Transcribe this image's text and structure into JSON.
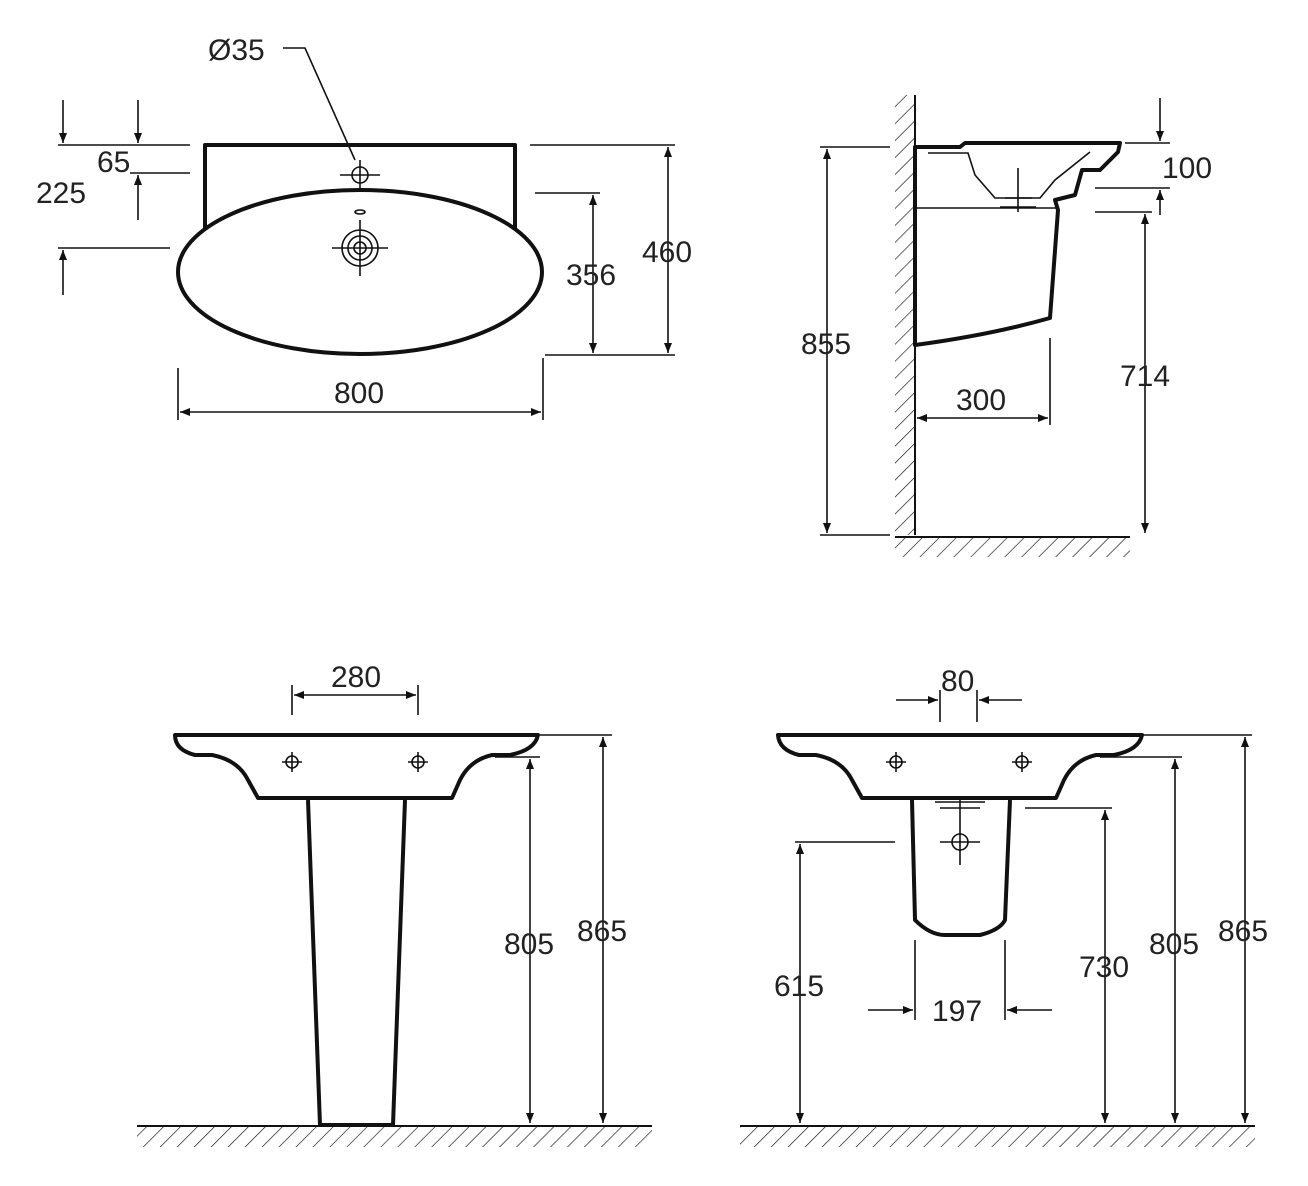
{
  "views": {
    "top": {
      "hole_diameter": "Ø35",
      "tap_offset": "65",
      "drain_offset": "225",
      "basin_depth": "356",
      "overall_depth": "460",
      "width": "800"
    },
    "side": {
      "overall_height": "855",
      "rim_thickness": "100",
      "underside_height": "714",
      "projection": "300"
    },
    "front_pedestal": {
      "fixing_spacing": "280",
      "underside_height": "805",
      "rim_height": "865"
    },
    "front_semi_pedestal": {
      "waste_width": "80",
      "waste_height": "615",
      "semi_pedestal_width": "197",
      "semi_pedestal_bottom": "730",
      "underside_height": "805",
      "rim_height": "865"
    }
  }
}
